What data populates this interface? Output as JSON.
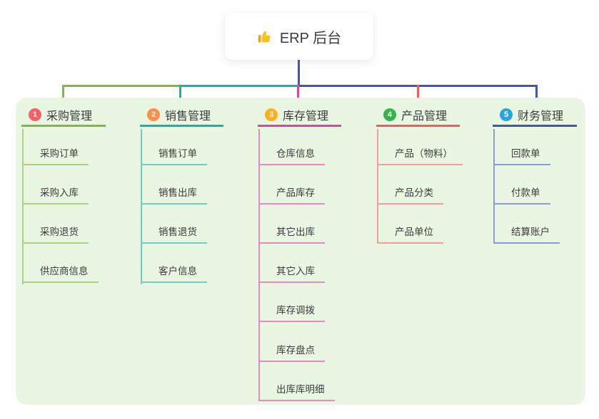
{
  "root": {
    "label": "ERP 后台",
    "icon": "thumbs-up"
  },
  "colors": {
    "trunk": "#4155b6",
    "panel_bg": "#e9f6e2"
  },
  "branches": [
    {
      "num": "1",
      "label": "采购管理",
      "badge_color": "#f85e68",
      "line_color": "#7cbb3f",
      "child_line_color": "#aad380",
      "children": [
        "采购订单",
        "采购入库",
        "采购退货",
        "供应商信息"
      ]
    },
    {
      "num": "2",
      "label": "销售管理",
      "badge_color": "#fd8f49",
      "line_color": "#18b2ac",
      "child_line_color": "#74cbc6",
      "children": [
        "销售订单",
        "销售出库",
        "销售退货",
        "客户信息"
      ]
    },
    {
      "num": "3",
      "label": "库存管理",
      "badge_color": "#fbb024",
      "line_color": "#e0459e",
      "child_line_color": "#ec86c4",
      "children": [
        "仓库信息",
        "产品库存",
        "其它出库",
        "其它入库",
        "库存调拨",
        "库存盘点",
        "出库库明细"
      ]
    },
    {
      "num": "4",
      "label": "产品管理",
      "badge_color": "#33b54a",
      "line_color": "#f35a5e",
      "child_line_color": "#f79b9e",
      "children": [
        "产品（物料）",
        "产品分类",
        "产品单位"
      ]
    },
    {
      "num": "5",
      "label": "财务管理",
      "badge_color": "#2aa5dc",
      "line_color": "#4155b6",
      "child_line_color": "#8b9ade",
      "children": [
        "回款单",
        "付款单",
        "结算账户"
      ]
    }
  ]
}
